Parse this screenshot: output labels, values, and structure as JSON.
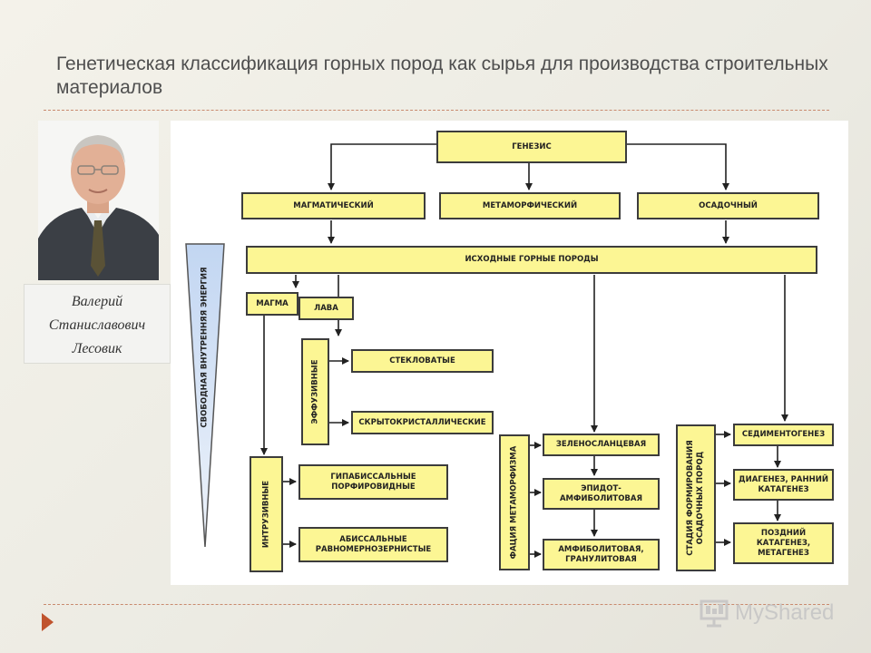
{
  "slide": {
    "title": "Генетическая классификация горных пород как сырья для производства строительных материалов"
  },
  "person": {
    "name_line1": "Валерий",
    "name_line2": "Станиславович",
    "name_line3": "Лесовик"
  },
  "diagram": {
    "genesis": "ГЕНЕЗИС",
    "magmatic": "МАГМАТИЧЕСКИЙ",
    "metamorphic": "МЕТАМОРФИЧЕСКИЙ",
    "sedimentary": "ОСАДОЧНЫЙ",
    "source_rocks": "ИСХОДНЫЕ ГОРНЫЕ ПОРОДЫ",
    "energy_label": "СВОБОДНАЯ ВНУТРЕННЯЯ ЭНЕРГИЯ",
    "magma": "МАГМА",
    "lava": "ЛАВА",
    "effusive": "ЭФФУЗИВНЫЕ",
    "glassy": "СТЕКЛОВАТЫЕ",
    "cryptocrystalline": "СКРЫТОКРИСТАЛЛИЧЕСКИЕ",
    "intrusive": "ИНТРУЗИВНЫЕ",
    "hypabyssal_line1": "ГИПАБИССАЛЬНЫЕ",
    "hypabyssal_line2": "ПОРФИРОВИДНЫЕ",
    "abyssal_line1": "АБИССАЛЬНЫЕ",
    "abyssal_line2": "РАВНОМЕРНОЗЕРНИСТЫЕ",
    "facies": "ФАЦИЯ МЕТАМОРФИЗМА",
    "greenschist": "ЗЕЛЕНОСЛАНЦЕВАЯ",
    "epidote_line1": "ЭПИДОТ-",
    "epidote_line2": "АМФИБОЛИТОВАЯ",
    "amphibolite_line1": "АМФИБОЛИТОВАЯ,",
    "amphibolite_line2": "ГРАНУЛИТОВАЯ",
    "stage_line1": "СТАДИЯ ФОРМИРОВАНИЯ",
    "stage_line2": "ОСАДОЧНЫХ ПОРОД",
    "sedimentogenesis": "СЕДИМЕНТОГЕНЕЗ",
    "diagenesis_line1": "ДИАГЕНЕЗ, РАННИЙ",
    "diagenesis_line2": "КАТАГЕНЕЗ",
    "late_catagenesis_line1": "ПОЗДНИЙ КАТАГЕНЕЗ,",
    "late_catagenesis_line2": "МЕТАГЕНЕЗ"
  },
  "watermark": {
    "text": "MyShared",
    "icon": "presentation-board-icon"
  },
  "colors": {
    "box_fill": "#fcf694",
    "accent_arrow": "#c0542e",
    "divider": "#c98a6e"
  }
}
